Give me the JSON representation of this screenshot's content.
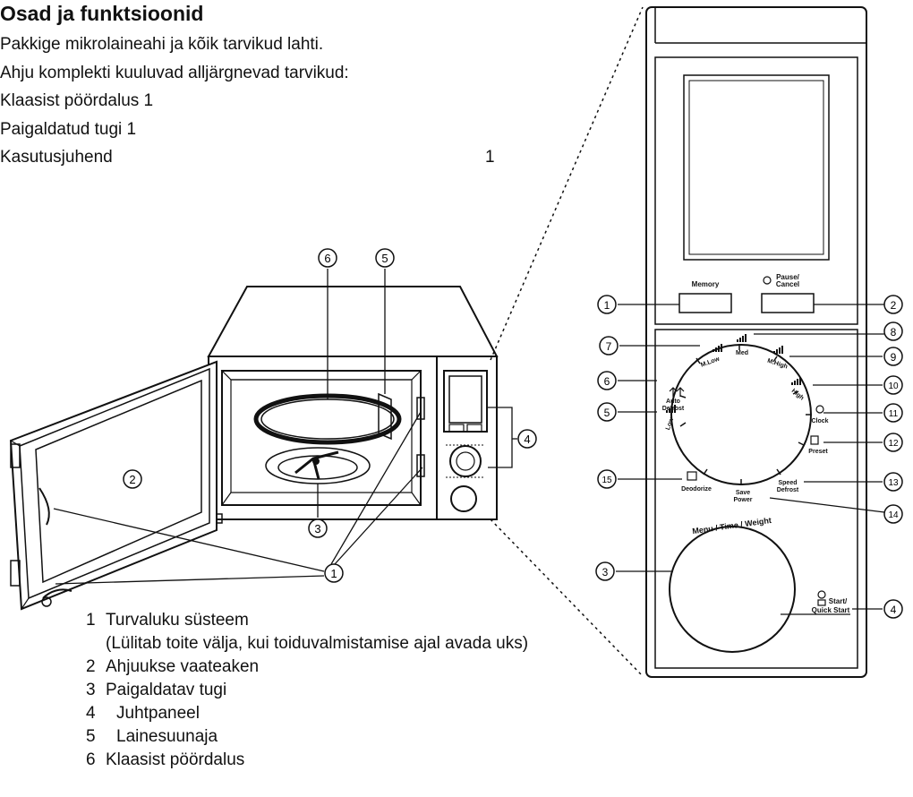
{
  "heading": "Osad ja funktsioonid",
  "intro": [
    "Pakkige mikrolaineahi ja kõik tarvikud lahti.",
    "Ahju komplekti kuuluvad alljärgnevad tarvikud:",
    "Klaasist pöördalus  1",
    "Paigaldatud tugi  1",
    "Kasutusjuhend"
  ],
  "manual_qty": "1",
  "oven_callouts": [
    "1",
    "2",
    "3",
    "4",
    "5",
    "6"
  ],
  "panel": {
    "buttons": {
      "memory": "Memory",
      "pause_cancel_1": "Pause/",
      "pause_cancel_2": "Cancel",
      "start_1": "Start/",
      "start_2": "Quick Start"
    },
    "dial_labels": {
      "m_low": "M.Low",
      "med": "Med",
      "m_high": "M.High",
      "high": "High",
      "clock": "Clock",
      "preset": "Preset",
      "speed_defrost_1": "Speed",
      "speed_defrost_2": "Defrost",
      "save_power_1": "Save",
      "save_power_2": "Power",
      "deodorize": "Deodorize",
      "low": "Low",
      "auto_defrost_1": "Auto",
      "auto_defrost_2": "Defrost"
    },
    "knob_label": "Menu / Time / Weight",
    "callouts": [
      "1",
      "2",
      "3",
      "4",
      "5",
      "6",
      "7",
      "8",
      "9",
      "10",
      "11",
      "12",
      "13",
      "14",
      "15"
    ]
  },
  "legend": [
    {
      "n": "1",
      "text": "Turvaluku süsteem"
    },
    {
      "n": "",
      "text": "(Lülitab toite välja, kui toiduvalmistamise ajal avada uks)"
    },
    {
      "n": "2",
      "text": "Ahjuukse vaateaken"
    },
    {
      "n": "3",
      "text": "Paigaldatav tugi"
    },
    {
      "n": "4",
      "text": "Juhtpaneel"
    },
    {
      "n": "5",
      "text": "Lainesuunaja"
    },
    {
      "n": "6",
      "text": "Klaasist pöördalus"
    }
  ]
}
